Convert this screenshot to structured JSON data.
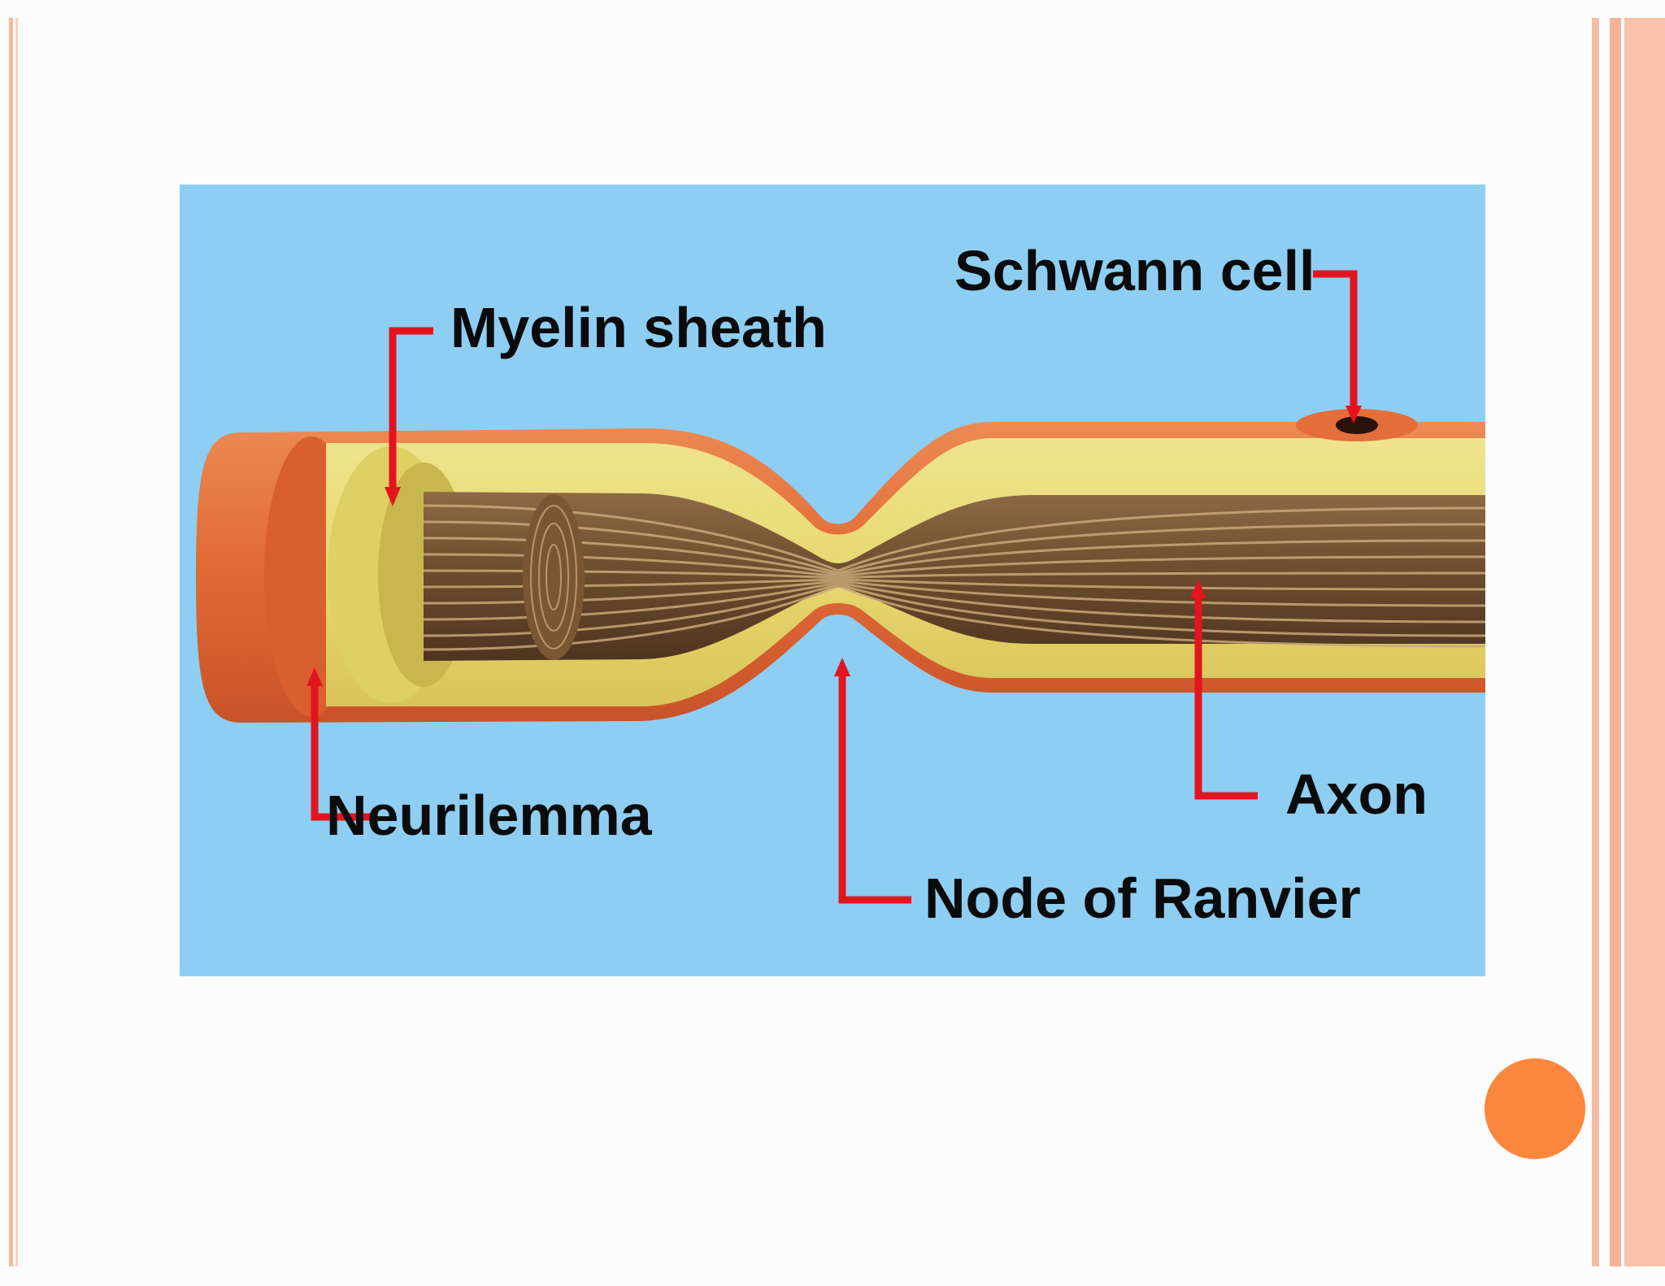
{
  "slide": {
    "accent_color": "#fb873f",
    "stripe_color": "#f6b8a0",
    "page_number": ""
  },
  "diagram": {
    "background_color": "#8ecef2",
    "labels": {
      "schwann_cell": "Schwann cell",
      "myelin_sheath": "Myelin sheath",
      "neurilemma": "Neurilemma",
      "axon": "Axon",
      "node_of_ranvier": "Node of Ranvier"
    },
    "colors": {
      "neurilemma": "#e46f3a",
      "myelin": "#e8e07a",
      "axon": "#6a4a2c",
      "leader_lines": "#e4141e",
      "schwann_nucleus": "#2a1208"
    }
  }
}
